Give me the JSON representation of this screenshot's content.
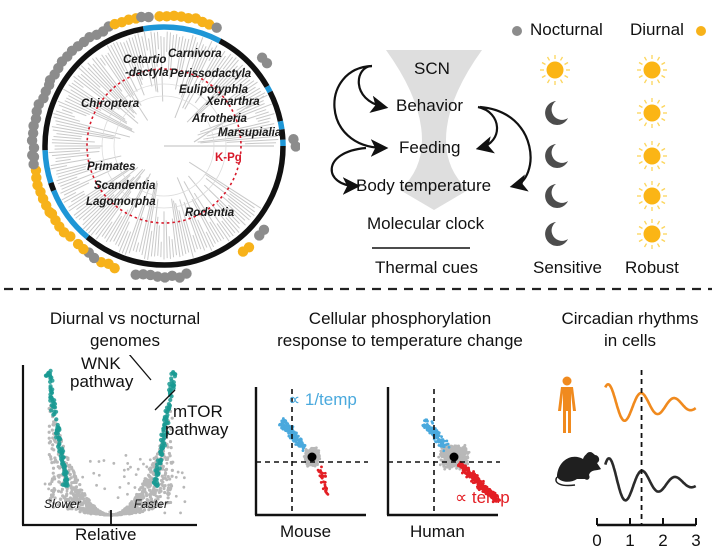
{
  "colors": {
    "nocturnal": "#8c8c8c",
    "diurnal": "#f7b21a",
    "ring_blue": "#1e96d6",
    "ring_black": "#111111",
    "tree_gray": "#c9c9c9",
    "kpg_red": "#d7192a",
    "teal": "#1a9a93",
    "scatter_gray": "#b8b8b8",
    "scatter_blue": "#4aa9dd",
    "scatter_red": "#e31e24",
    "human_orange": "#f08a1e",
    "mouse_dark": "#2b2b2b",
    "moon": "#4d4d4d",
    "sun": "#fbb515"
  },
  "phylogeny": {
    "clades": [
      "Carnivora",
      "Cetartio",
      "-dactyla",
      "Perissodactyla",
      "Eulipotyphla",
      "Chiroptera",
      "Xenarthra",
      "Afrotheria",
      "Marsupialia",
      "K-Pg",
      "Primates",
      "Scandentia",
      "Lagomorpha",
      "Rodentia"
    ]
  },
  "legend": {
    "nocturnal": "Nocturnal",
    "diurnal": "Diurnal"
  },
  "hierarchy": {
    "levels": [
      "SCN",
      "Behavior",
      "Feeding",
      "Body temperature",
      "Molecular clock"
    ],
    "footer": "Thermal cues",
    "col_sensitive": "Sensitive",
    "col_robust": "Robust",
    "sensitive_icons": [
      "sun",
      "moon",
      "moon",
      "moon",
      "moon"
    ],
    "robust_icons": [
      "sun",
      "sun",
      "sun",
      "sun",
      "sun"
    ]
  },
  "panel_genomes": {
    "title_line1": "Diurnal vs nocturnal",
    "title_line2": "genomes",
    "annotation_wnk_1": "WNK",
    "annotation_wnk_2": "pathway",
    "annotation_mtor_1": "mTOR",
    "annotation_mtor_2": "pathway",
    "x_left": "Slower",
    "x_right": "Faster",
    "xlabel": "Relative"
  },
  "panel_phospho": {
    "title_line1": "Cellular phosphorylation",
    "title_line2": "response to temperature change",
    "label_inverse": "∝ 1/temp",
    "label_direct": "∝ temp",
    "mouse_label": "Mouse",
    "human_label": "Human"
  },
  "panel_rhythms": {
    "title_line1": "Circadian rhythms",
    "title_line2": "in cells",
    "x_ticks": [
      "0",
      "1",
      "2",
      "3"
    ],
    "marker_x": 1.35
  }
}
